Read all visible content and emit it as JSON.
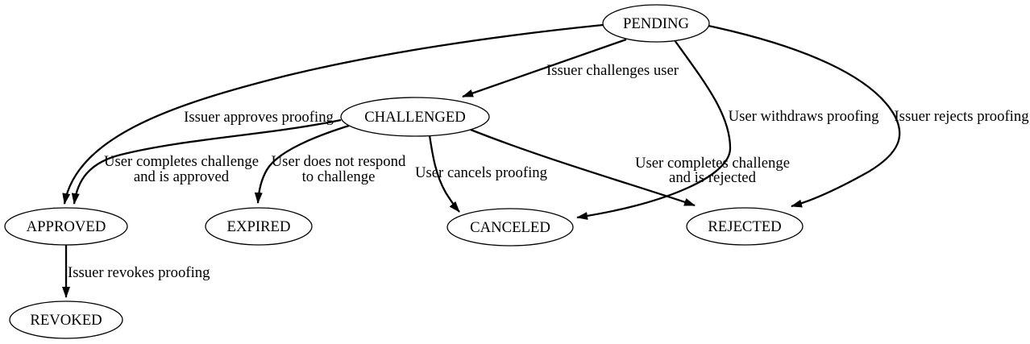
{
  "diagram": {
    "type": "state-transition-graph",
    "background_color": "#ffffff",
    "line_color": "#000000",
    "text_color": "#000000",
    "nodes": {
      "pending": {
        "label": "PENDING"
      },
      "challenged": {
        "label": "CHALLENGED"
      },
      "approved": {
        "label": "APPROVED"
      },
      "expired": {
        "label": "EXPIRED"
      },
      "canceled": {
        "label": "CANCELED"
      },
      "rejected": {
        "label": "REJECTED"
      },
      "revoked": {
        "label": "REVOKED"
      }
    },
    "edges": [
      {
        "from": "PENDING",
        "to": "CHALLENGED",
        "label": "Issuer challenges user"
      },
      {
        "from": "PENDING",
        "to": "APPROVED",
        "label": "Issuer approves proofing"
      },
      {
        "from": "CHALLENGED",
        "to": "APPROVED",
        "line1": "User completes challenge",
        "line2": "and is approved"
      },
      {
        "from": "CHALLENGED",
        "to": "EXPIRED",
        "line1": "User does not respond",
        "line2": "to challenge"
      },
      {
        "from": "CHALLENGED",
        "to": "CANCELED",
        "label": "User cancels proofing"
      },
      {
        "from": "CHALLENGED",
        "to": "REJECTED",
        "line1": "User completes challenge",
        "line2": "and is rejected"
      },
      {
        "from": "PENDING",
        "to": "CANCELED",
        "label": "User withdraws proofing"
      },
      {
        "from": "PENDING",
        "to": "REJECTED",
        "label": "Issuer rejects proofing"
      },
      {
        "from": "APPROVED",
        "to": "REVOKED",
        "label": "Issuer revokes proofing"
      }
    ]
  }
}
